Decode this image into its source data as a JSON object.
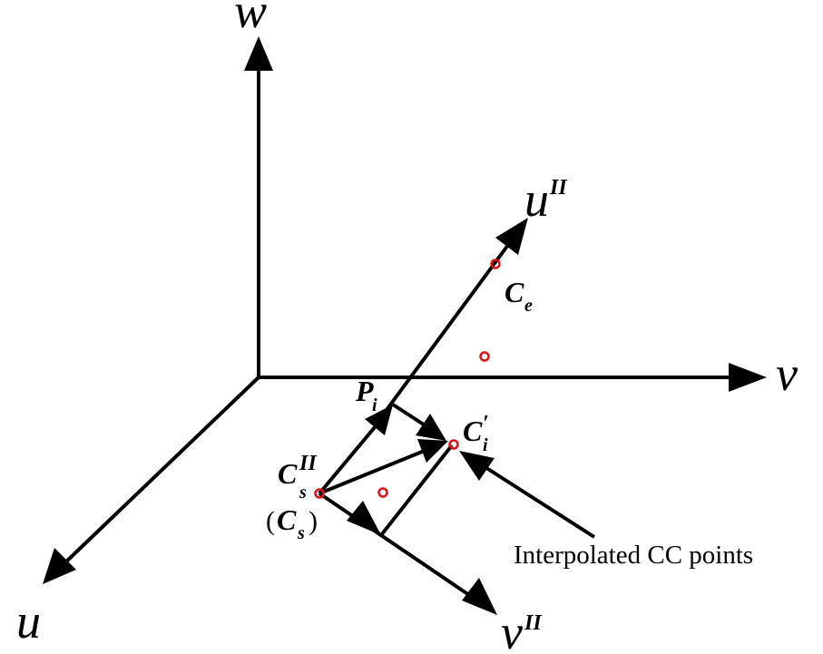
{
  "axes": {
    "w": "w",
    "v": "v",
    "u": "u",
    "u2_base": "u",
    "u2_sup": "II",
    "v2_base": "v",
    "v2_sup": "II"
  },
  "points": {
    "ce_base": "C",
    "ce_sub": "e",
    "pi_base": "P",
    "pi_sub": "i",
    "ci_base": "C",
    "ci_prime": "′",
    "ci_sub": "i",
    "cs2_base": "C",
    "cs2_sup": "II",
    "cs2_sub": "s",
    "cs_open": "(",
    "cs_base": "C",
    "cs_sub": "s",
    "cs_close": ")"
  },
  "annotation": {
    "interpolated": "Interpolated CC points"
  },
  "colors": {
    "ink": "#000000",
    "point": "#e0101a"
  }
}
